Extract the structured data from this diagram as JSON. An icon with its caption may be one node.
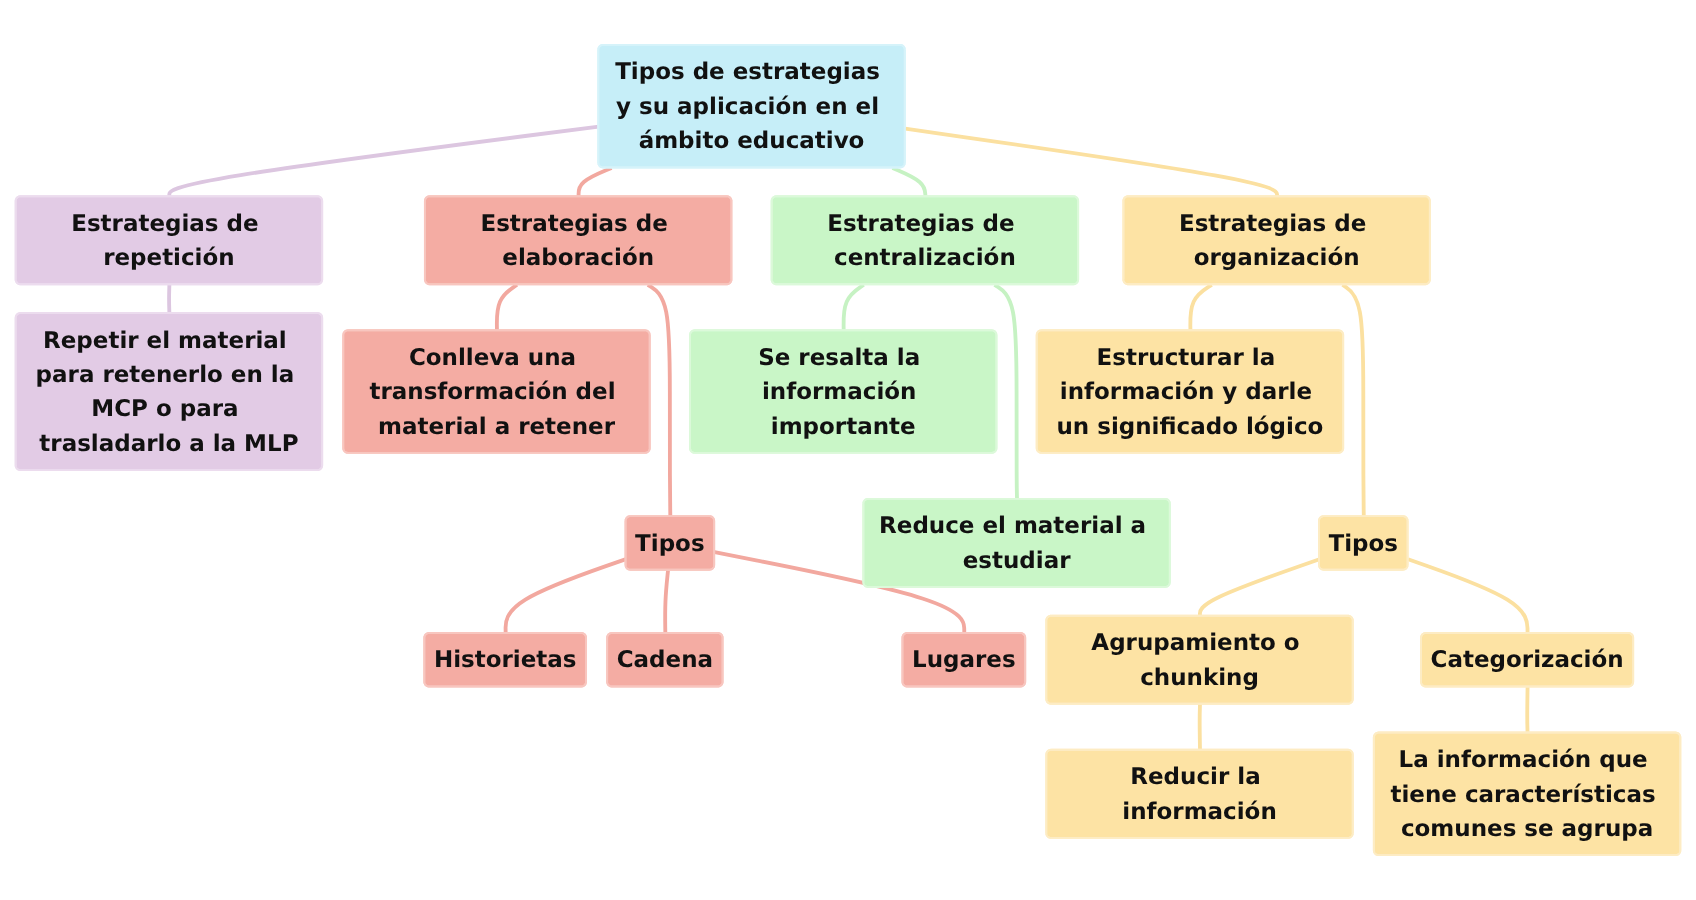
{
  "diagram": {
    "nodes": [
      {
        "text": [
          "Tipos de estrategias y su aplicación en el ámbito educativo"
        ]
      },
      {
        "text": [
          "Estrategias de repetición"
        ]
      },
      {
        "text": [
          "Repetir el material para retenerlo en la MCP o para trasladarlo a la MLP"
        ]
      },
      {
        "text": [
          "Estrategias de elaboración"
        ]
      },
      {
        "text": [
          "Conlleva una transformación del material a retener"
        ]
      },
      {
        "text": [
          "Tipos"
        ]
      },
      {
        "text": [
          "Historietas"
        ]
      },
      {
        "text": [
          "Cadena"
        ]
      },
      {
        "text": [
          "Lugares"
        ]
      },
      {
        "text": [
          "Estrategias de centralización"
        ]
      },
      {
        "text": [
          "Se resalta la información importante"
        ]
      },
      {
        "text": [
          "Reduce el material a estudiar"
        ]
      },
      {
        "text": [
          "Estrategias de organización"
        ]
      },
      {
        "text": [
          "Estructurar la información y darle un significado lógico"
        ]
      },
      {
        "text": [
          "Tipos"
        ]
      },
      {
        "text": [
          "Agrupamiento o chunking"
        ]
      },
      {
        "text": [
          "Categorización"
        ]
      },
      {
        "text": [
          "Reducir la información"
        ]
      },
      {
        "text": [
          "La información que tiene características comunes se agrupa"
        ]
      }
    ],
    "edges": [
      {
        "from": 0,
        "to": 1,
        "arrow": "none",
        "color": "#dcc6e0"
      },
      {
        "from": 1,
        "to": 2,
        "arrow": "none",
        "color": "#dcc6e0"
      },
      {
        "from": 0,
        "to": 3,
        "arrow": "none",
        "color": "#f2a89f"
      },
      {
        "from": 3,
        "to": 4,
        "arrow": "none",
        "color": "#f2a89f"
      },
      {
        "from": 3,
        "to": 5,
        "arrow": "none",
        "color": "#f2a89f"
      },
      {
        "from": 5,
        "to": 6,
        "arrow": "none",
        "color": "#f2a89f"
      },
      {
        "from": 5,
        "to": 7,
        "arrow": "none",
        "color": "#f2a89f"
      },
      {
        "from": 5,
        "to": 8,
        "arrow": "none",
        "color": "#f2a89f"
      },
      {
        "from": 0,
        "to": 9,
        "arrow": "none",
        "color": "#c6f2c3"
      },
      {
        "from": 9,
        "to": 10,
        "arrow": "none",
        "color": "#c6f2c3"
      },
      {
        "from": 9,
        "to": 11,
        "arrow": "none",
        "color": "#c6f2c3"
      },
      {
        "from": 0,
        "to": 12,
        "arrow": "none",
        "color": "#fbe0a0"
      },
      {
        "from": 12,
        "to": 13,
        "arrow": "none",
        "color": "#fbe0a0"
      },
      {
        "from": 12,
        "to": 14,
        "arrow": "none",
        "color": "#fbe0a0"
      },
      {
        "from": 14,
        "to": 15,
        "arrow": "none",
        "color": "#fbe0a0"
      },
      {
        "from": 14,
        "to": 16,
        "arrow": "none",
        "color": "#fbe0a0"
      },
      {
        "from": 15,
        "to": 17,
        "arrow": "none",
        "color": "#fbe0a0"
      },
      {
        "from": 16,
        "to": 18,
        "arrow": "none",
        "color": "#fbe0a0"
      }
    ]
  }
}
